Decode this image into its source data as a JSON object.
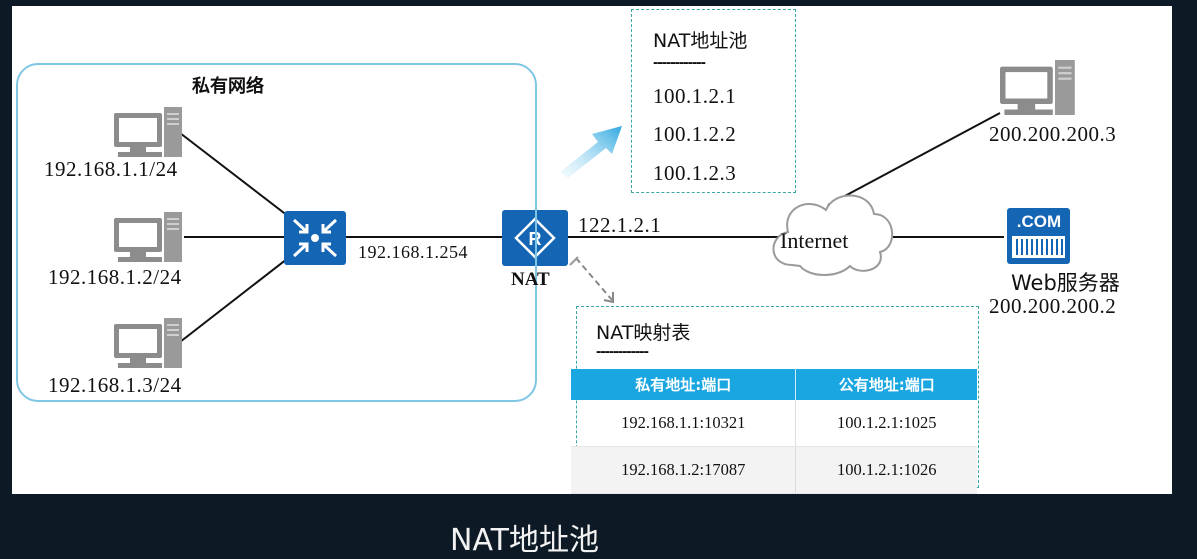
{
  "lan": {
    "title": "私有网络",
    "hosts": [
      "192.168.1.1/24",
      "192.168.1.2/24",
      "192.168.1.3/24"
    ],
    "gateway_ip": "192.168.1.254"
  },
  "router": {
    "label": "NAT",
    "public_ip": "122.1.2.1"
  },
  "pool": {
    "title": "NAT地址池",
    "separator": "------------",
    "addresses": [
      "100.1.2.1",
      "100.1.2.2",
      "100.1.2.3"
    ]
  },
  "internet": {
    "label": "Internet"
  },
  "remote_host": {
    "ip": "200.200.200.3"
  },
  "web_server": {
    "badge": ".COM",
    "label": "Web服务器",
    "ip": "200.200.200.2"
  },
  "mapping": {
    "title": "NAT映射表",
    "separator": "------------",
    "headers": [
      "私有地址:端口",
      "公有地址:端口"
    ],
    "rows": [
      [
        "192.168.1.1:10321",
        "100.1.2.1:1025"
      ],
      [
        "192.168.1.2:17087",
        "100.1.2.1:1026"
      ]
    ]
  },
  "caption": "NAT地址池",
  "colors": {
    "router_blue": "#1565b5",
    "accent_cyan": "#1aa6e0",
    "pc_gray": "#8c8c8c"
  }
}
